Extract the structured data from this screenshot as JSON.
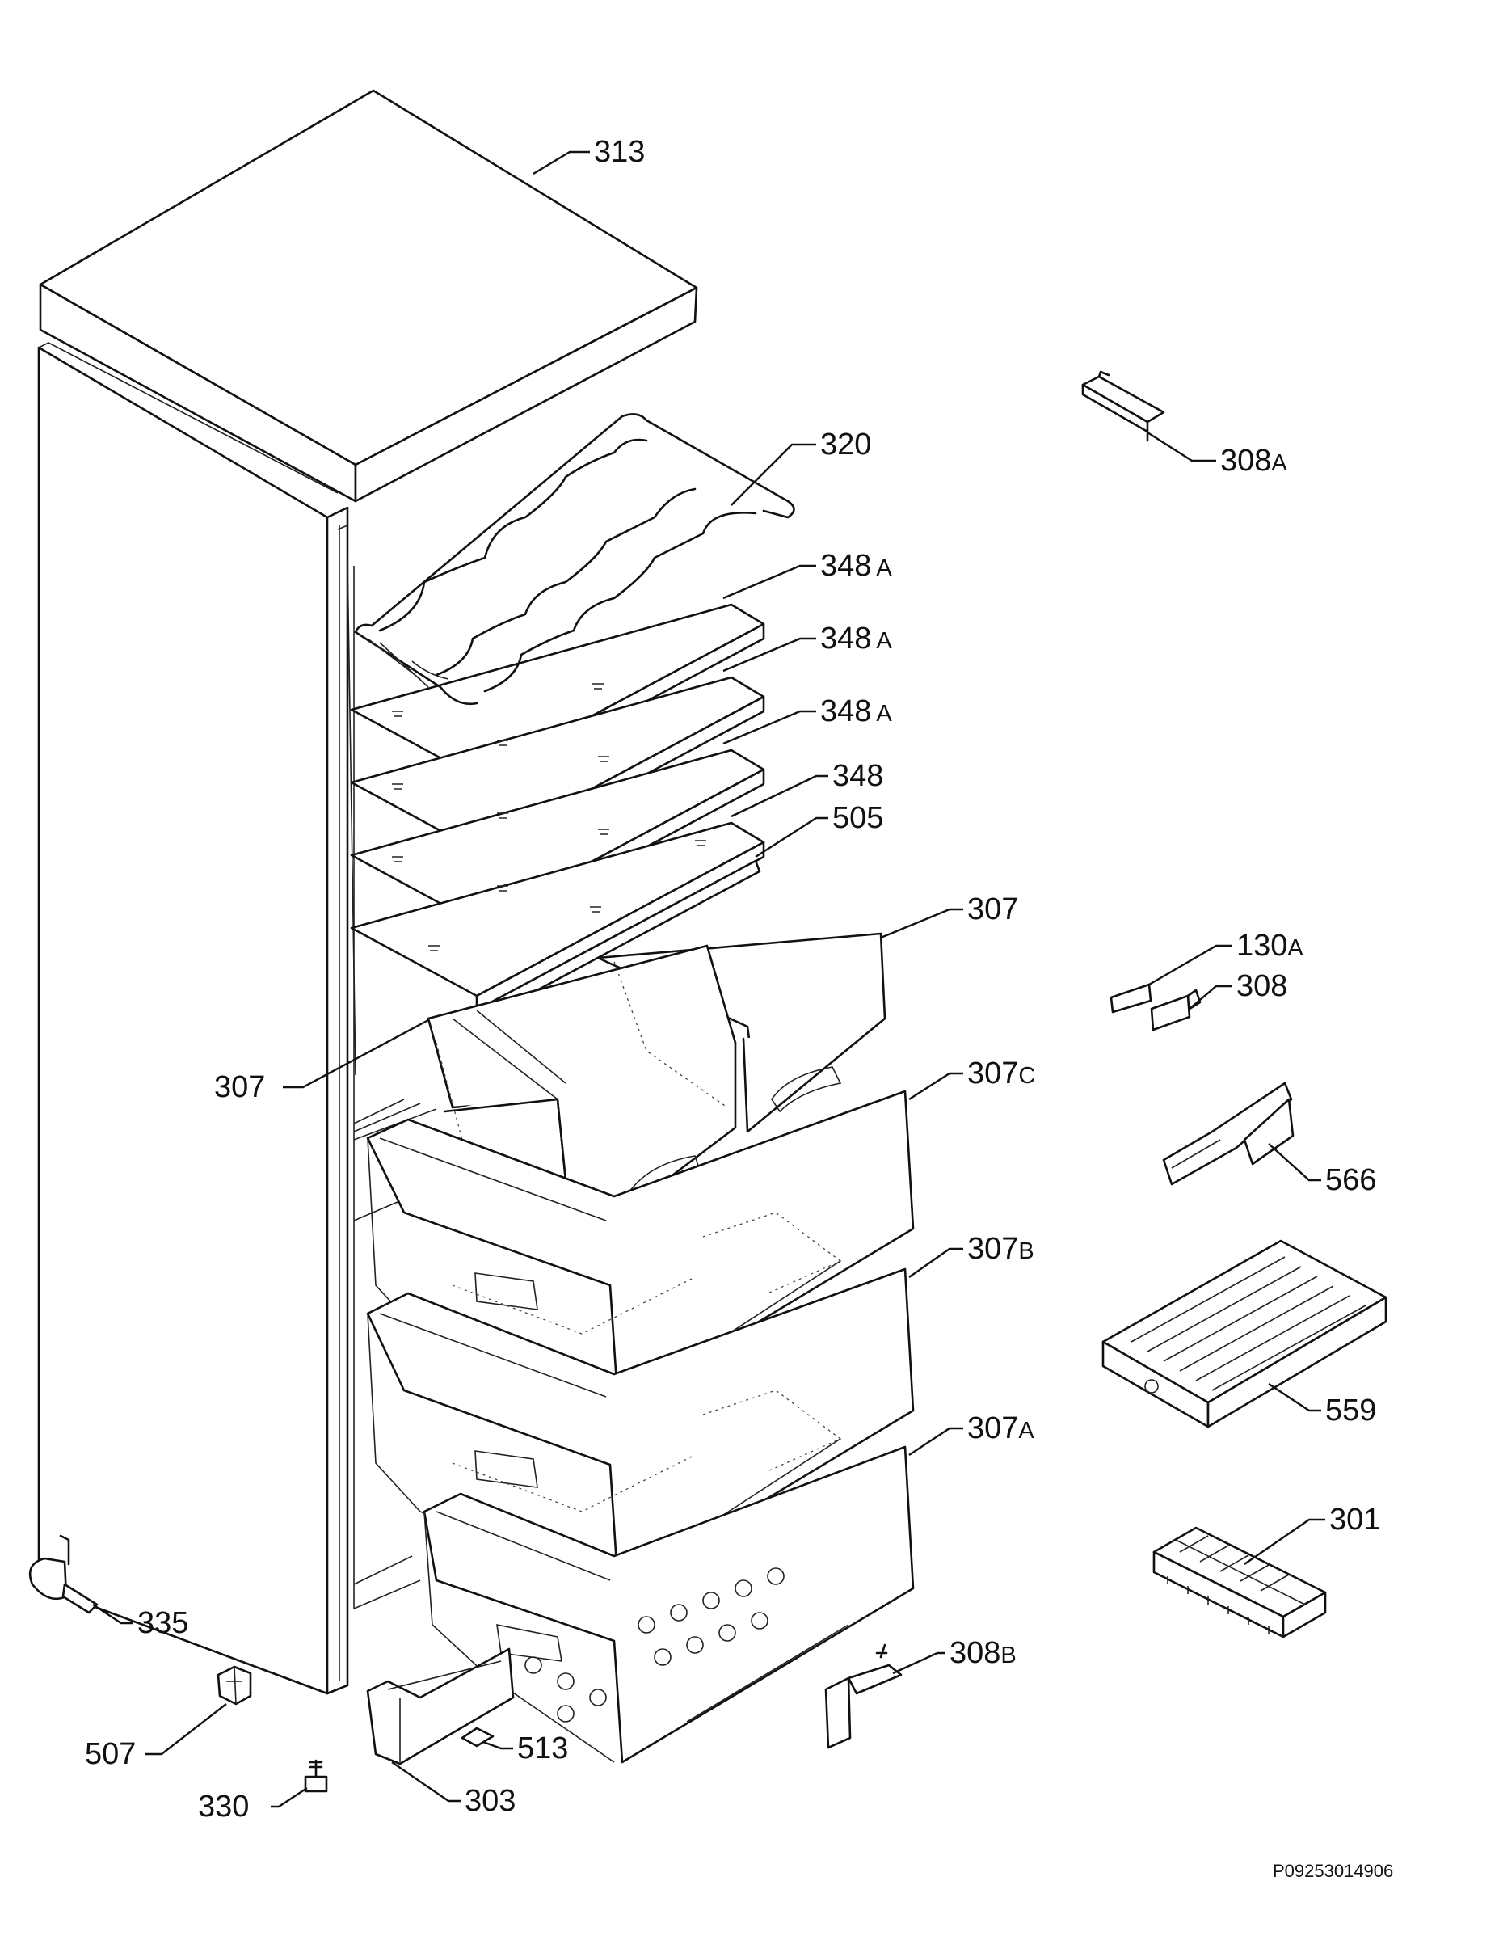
{
  "diagram": {
    "document_code": "P09253014906",
    "callouts": [
      {
        "id": "313",
        "num": "313",
        "suffix": ""
      },
      {
        "id": "320",
        "num": "320",
        "suffix": ""
      },
      {
        "id": "348a-1",
        "num": "348",
        "suffix": "A"
      },
      {
        "id": "348a-2",
        "num": "348",
        "suffix": "A"
      },
      {
        "id": "348a-3",
        "num": "348",
        "suffix": "A"
      },
      {
        "id": "348",
        "num": "348",
        "suffix": ""
      },
      {
        "id": "505",
        "num": "505",
        "suffix": ""
      },
      {
        "id": "307-right",
        "num": "307",
        "suffix": ""
      },
      {
        "id": "307-left",
        "num": "307",
        "suffix": ""
      },
      {
        "id": "307c",
        "num": "307",
        "suffix": "C"
      },
      {
        "id": "307b",
        "num": "307",
        "suffix": "B"
      },
      {
        "id": "307a",
        "num": "307",
        "suffix": "A"
      },
      {
        "id": "308a",
        "num": "308",
        "suffix": "A"
      },
      {
        "id": "130a",
        "num": "130",
        "suffix": "A"
      },
      {
        "id": "308",
        "num": "308",
        "suffix": ""
      },
      {
        "id": "566",
        "num": "566",
        "suffix": ""
      },
      {
        "id": "559",
        "num": "559",
        "suffix": ""
      },
      {
        "id": "301",
        "num": "301",
        "suffix": ""
      },
      {
        "id": "308b",
        "num": "308",
        "suffix": "B"
      },
      {
        "id": "335",
        "num": "335",
        "suffix": ""
      },
      {
        "id": "507",
        "num": "507",
        "suffix": ""
      },
      {
        "id": "513",
        "num": "513",
        "suffix": ""
      },
      {
        "id": "330",
        "num": "330",
        "suffix": ""
      },
      {
        "id": "303",
        "num": "303",
        "suffix": ""
      }
    ]
  }
}
